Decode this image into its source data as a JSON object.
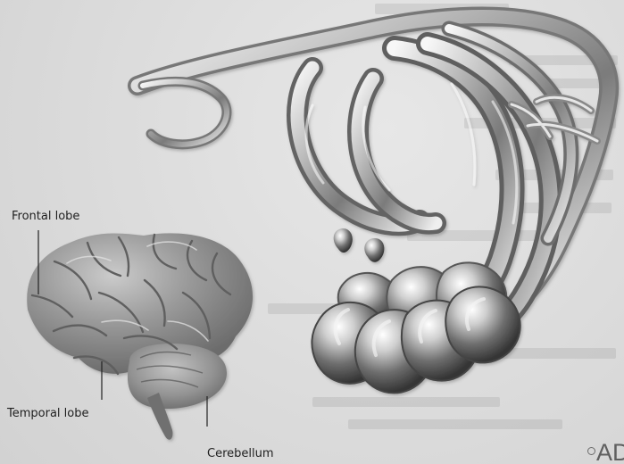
{
  "labels": {
    "frontal": "Frontal lobe",
    "temporal": "Temporal lobe",
    "cerebellum": "Cerebellum"
  },
  "watermark": {
    "text": "AD"
  },
  "colors": {
    "background": "#dcdcdc",
    "ink": "#222222",
    "silver_light": "#f6f6f6",
    "silver_mid": "#bdbdbd",
    "silver_dark": "#555555"
  }
}
